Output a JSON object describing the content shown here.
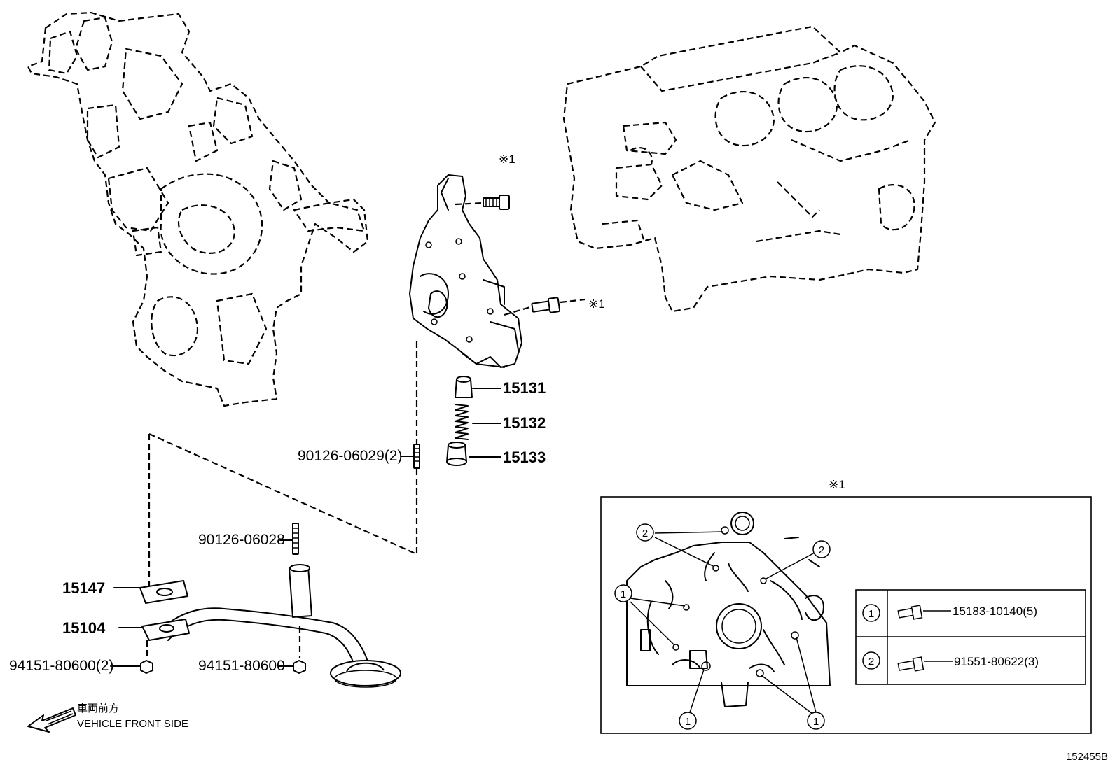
{
  "callouts": {
    "note_mark_top": "※1",
    "note_mark_right": "※1",
    "p15131": "15131",
    "p15132": "15132",
    "p15133": "15133",
    "p90126_06029": "90126-06029(2)",
    "p90126_06028": "90126-06028",
    "p15147": "15147",
    "p15104": "15104",
    "p94151_80600_2": "94151-80600(2)",
    "p94151_80600": "94151-80600"
  },
  "direction": {
    "jp": "車両前方",
    "en": "VEHICLE FRONT SIDE"
  },
  "detail": {
    "title": "※1",
    "circle_1": "1",
    "circle_2": "2",
    "legend": [
      {
        "key": "1",
        "part": "15183-10140(5)"
      },
      {
        "key": "2",
        "part": "91551-80622(3)"
      }
    ]
  },
  "figure_id": "152455B"
}
